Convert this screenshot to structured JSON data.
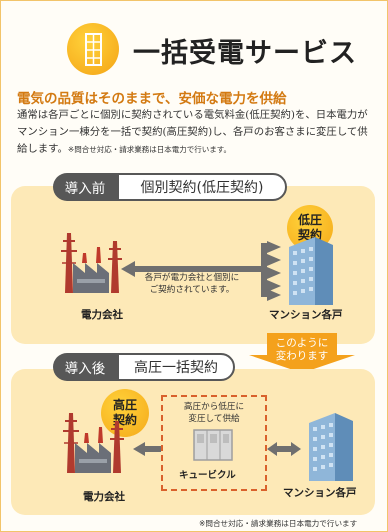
{
  "header": {
    "title": "一括受電サービス",
    "logo_icon": "building-power-icon"
  },
  "subtitle": "電気の品質はそのままで、安価な電力を供給",
  "description": {
    "main": "通常は各戸ごとに個別に契約されている電気料金(低圧契約)を、日本電力がマンション一棟分を一括で契約(高圧契約)し、各戸のお客さまに変圧して供給します。",
    "note": "※問合せ対応・請求業務は日本電力で行います。"
  },
  "before": {
    "tab_label": "導入前",
    "tab_value": "個別契約(低圧契約)",
    "badge": "低圧\n契約",
    "center_text": "各戸が電力会社と個別に\nご契約されています。",
    "company_label": "電力会社",
    "residence_label": "マンション各戸"
  },
  "transition": {
    "label": "このように\n変わります"
  },
  "after": {
    "tab_label": "導入後",
    "tab_value": "高圧一括契約",
    "badge": "高圧\n契約",
    "cubicle_text": "高圧から低圧に\n変圧して供給",
    "cubicle_label": "キュービクル",
    "company_label": "電力会社",
    "residence_label": "マンション各戸"
  },
  "footer_note": "※問合せ対応・請求業務は日本電力で行います",
  "colors": {
    "accent_orange": "#d37a12",
    "panel_fill": "#fde9b7",
    "badge_yellow": "#f5a919",
    "tab_dark": "#575757",
    "building_blue": "#7ea9cf",
    "factory_red": "#c0392b",
    "dashed_border": "#d9612c"
  }
}
